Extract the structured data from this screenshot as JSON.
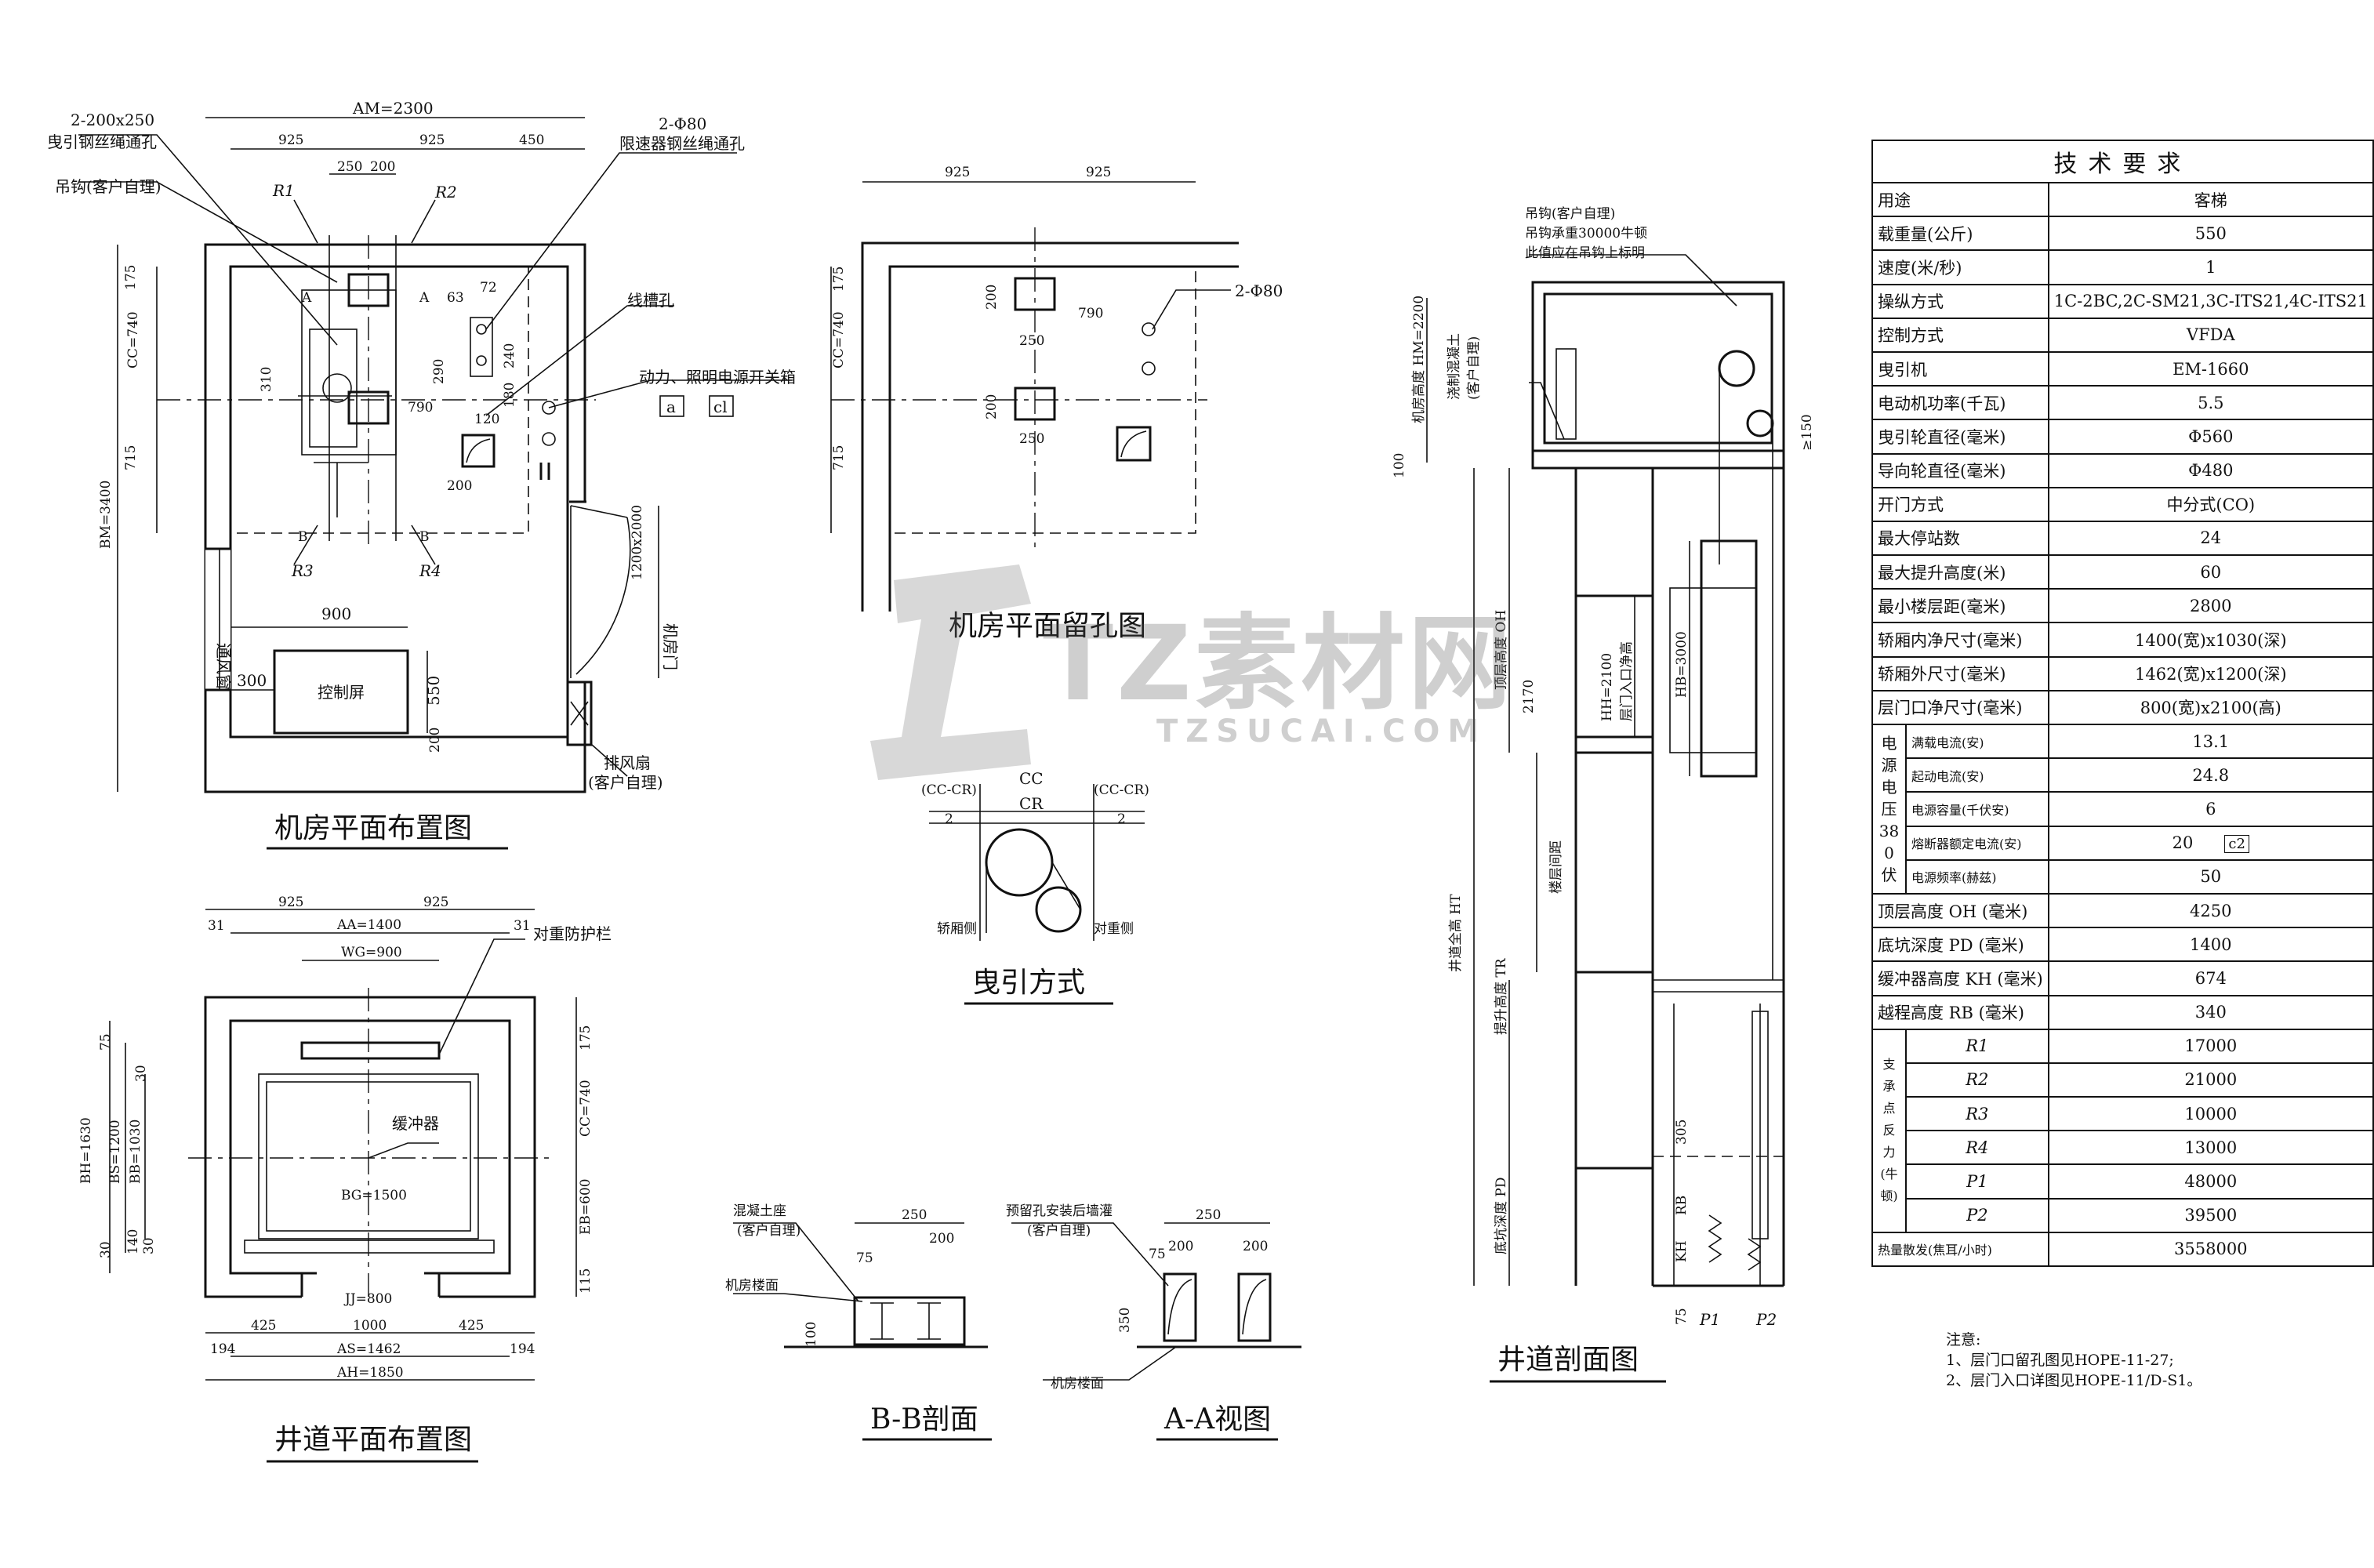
{
  "views": {
    "machine_room": {
      "title": "机房平面布置图",
      "labels": {
        "am": "AM=2300",
        "rope_holes": "2-200x250",
        "rope_holes_desc": "曳引钢丝绳通孔",
        "hook": "吊钩(客户自理)",
        "governor_holes": "2-Φ80",
        "governor_desc": "限速器钢丝绳通孔",
        "cable_hole": "线槽孔",
        "power_switch": "动力、照明电源开关箱",
        "switch_a": "a",
        "switch_c": "cl",
        "vent_window": "通风窗",
        "door": "机房门",
        "door_size": "1200x2000",
        "panel": "控制屏",
        "fan": "排风扇",
        "fan_note": "(客户自理)",
        "bm": "BM=3400",
        "cc": "CC=740",
        "r1": "R1",
        "r2": "R2",
        "r3": "R3",
        "r4": "R4",
        "sec_a": "A",
        "sec_b": "B"
      },
      "dims": [
        "925",
        "925",
        "450",
        "250",
        "200",
        "175",
        "715",
        "310",
        "790",
        "63",
        "72",
        "240",
        "180",
        "290",
        "200",
        "120",
        "900",
        "300",
        "550",
        "200"
      ]
    },
    "reserved_holes": {
      "title": "机房平面留孔图",
      "labels": {
        "holes": "2-Φ80",
        "cc": "CC=740"
      },
      "dims": [
        "925",
        "925",
        "175",
        "715",
        "790",
        "250",
        "250",
        "200",
        "200"
      ]
    },
    "traction": {
      "title": "曳引方式",
      "labels": {
        "cc": "CC",
        "cr": "CR",
        "half_left": "(CC-CR)",
        "half_right": "(CC-CR)",
        "two": "2",
        "car_side": "轿厢侧",
        "cw_side": "对重侧"
      }
    },
    "hoistway_plan": {
      "title": "井道平面布置图",
      "labels": {
        "aa": "AA=1400",
        "wg": "WG=900",
        "guard": "对重防护栏",
        "buffer": "缓冲器",
        "bg": "BG=1500",
        "jj": "JJ=800",
        "as": "AS=1462",
        "ah": "AH=1850",
        "bh": "BH=1630",
        "bs": "BS=1200",
        "bb": "BB=1030",
        "cc": "CC=740",
        "eb": "EB=600"
      },
      "dims": [
        "925",
        "925",
        "31",
        "31",
        "175",
        "75",
        "30",
        "30",
        "140",
        "30",
        "115",
        "425",
        "1000",
        "425",
        "194",
        "194"
      ]
    },
    "bb_section": {
      "title": "B-B剖面",
      "labels": {
        "concrete": "混凝土座",
        "concrete_note": "(客户自理)",
        "floor": "机房楼面"
      },
      "dims": [
        "250",
        "200",
        "75",
        "100"
      ]
    },
    "aa_view": {
      "title": "A-A视图",
      "labels": {
        "reserved": "预留孔安装后墙灌",
        "reserved_note": "(客户自理)",
        "floor": "机房楼面"
      },
      "dims": [
        "250",
        "200",
        "200",
        "75",
        "350"
      ]
    },
    "hoistway_section": {
      "title": "井道剖面图",
      "labels": {
        "hook": "吊钩(客户自理)",
        "hook_load": "吊钩承重30000牛顿",
        "hook_note": "此值应在吊钩上标明",
        "room_height": "机房高度 HM=2200",
        "concrete": "浇制混凝土",
        "concrete_note": "(客户自理)",
        "ge150": "≥150",
        "oh": "顶层高度 OH",
        "hh": "HH=2100",
        "hh_note": "层门入口净高",
        "hb": "HB=3000",
        "floor_dist": "楼层间距",
        "total": "井道全高 HT",
        "tr": "提升高度 TR",
        "pd": "底坑深度 PD",
        "rb": "RB",
        "kh": "KH",
        "p1": "P1",
        "p2": "P2"
      },
      "dims": [
        "100",
        "2170",
        "305",
        "75"
      ]
    }
  },
  "tech_table": {
    "title": "技术要求",
    "rows": [
      {
        "k": "用途",
        "v": "客梯"
      },
      {
        "k": "载重量(公斤)",
        "v": "550"
      },
      {
        "k": "速度(米/秒)",
        "v": "1"
      },
      {
        "k": "操纵方式",
        "v": "1C-2BC,2C-SM21,3C-ITS21,4C-ITS21"
      },
      {
        "k": "控制方式",
        "v": "VFDA"
      },
      {
        "k": "曳引机",
        "v": "EM-1660"
      },
      {
        "k": "电动机功率(千瓦)",
        "v": "5.5"
      },
      {
        "k": "曳引轮直径(毫米)",
        "v": "Φ560"
      },
      {
        "k": "导向轮直径(毫米)",
        "v": "Φ480"
      },
      {
        "k": "开门方式",
        "v": "中分式(CO)"
      },
      {
        "k": "最大停站数",
        "v": "24"
      },
      {
        "k": "最大提升高度(米)",
        "v": "60"
      },
      {
        "k": "最小楼层距(毫米)",
        "v": "2800"
      },
      {
        "k": "轿厢内净尺寸(毫米)",
        "v": "1400(宽)x1030(深)"
      },
      {
        "k": "轿厢外尺寸(毫米)",
        "v": "1462(宽)x1200(深)"
      },
      {
        "k": "层门口净尺寸(毫米)",
        "v": "800(宽)x2100(高)"
      }
    ],
    "power_group": {
      "label": "电源电压380伏",
      "rows": [
        {
          "k": "满载电流(安)",
          "v": "13.1"
        },
        {
          "k": "起动电流(安)",
          "v": "24.8"
        },
        {
          "k": "电源容量(千伏安)",
          "v": "6"
        },
        {
          "k": "熔断器额定电流(安)",
          "v": "20",
          "tag": "c2"
        },
        {
          "k": "电源频率(赫兹)",
          "v": "50"
        }
      ]
    },
    "rows2": [
      {
        "k": "顶层高度 OH (毫米)",
        "v": "4250"
      },
      {
        "k": "底坑深度 PD (毫米)",
        "v": "1400"
      },
      {
        "k": "缓冲器高度 KH (毫米)",
        "v": "674"
      },
      {
        "k": "越程高度 RB (毫米)",
        "v": "340"
      }
    ],
    "reaction_group": {
      "label": "支承点反力(牛顿)",
      "rows": [
        {
          "k": "R1",
          "v": "17000"
        },
        {
          "k": "R2",
          "v": "21000"
        },
        {
          "k": "R3",
          "v": "10000"
        },
        {
          "k": "R4",
          "v": "13000"
        },
        {
          "k": "P1",
          "v": "48000"
        },
        {
          "k": "P2",
          "v": "39500"
        }
      ]
    },
    "heat": {
      "k": "热量散发(焦耳/小时)",
      "v": "3558000"
    }
  },
  "notes": {
    "head": "注意:",
    "items": [
      "1、层门口留孔图见HOPE-11-27;",
      "2、层门入口详图见HOPE-11/D-S1。"
    ]
  },
  "watermark": {
    "main": "TZ素材网",
    "sub": "TZSUCAI.COM"
  }
}
